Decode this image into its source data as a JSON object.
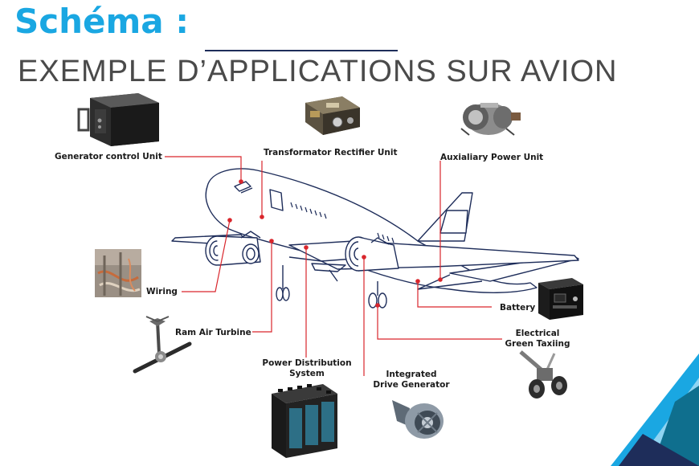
{
  "header": {
    "title": "Schéma :",
    "subtitle": "EXEMPLE D’APPLICATIONS SUR AVION"
  },
  "labels": {
    "gcu": "Generator control Unit",
    "tru": "Transformator Rectifier Unit",
    "apu": "Auxialiary Power Unit",
    "wiring": "Wiring",
    "rat": "Ram Air Turbine",
    "pds_line1": "Power Distribution",
    "pds_line2": "System",
    "idg_line1": "Integrated",
    "idg_line2": "Drive Generator",
    "battery": "Battery",
    "egt_line1": "Electrical",
    "egt_line2": "Green Taxiing"
  },
  "colors": {
    "title": "#1aa7e2",
    "subtitle": "#4a4a4a",
    "aircraft_outline": "#1e2d5a",
    "leader_line": "#d9262c",
    "accent_corner_dark": "#1e2d5a",
    "accent_corner_light": "#1aa7e2"
  },
  "icons": [
    "generator-control-box-icon",
    "rectifier-unit-icon",
    "apu-engine-icon",
    "wiring-photo-icon",
    "ram-air-turbine-icon",
    "power-cabinet-icon",
    "drive-generator-icon",
    "battery-icon",
    "landing-gear-icon"
  ]
}
